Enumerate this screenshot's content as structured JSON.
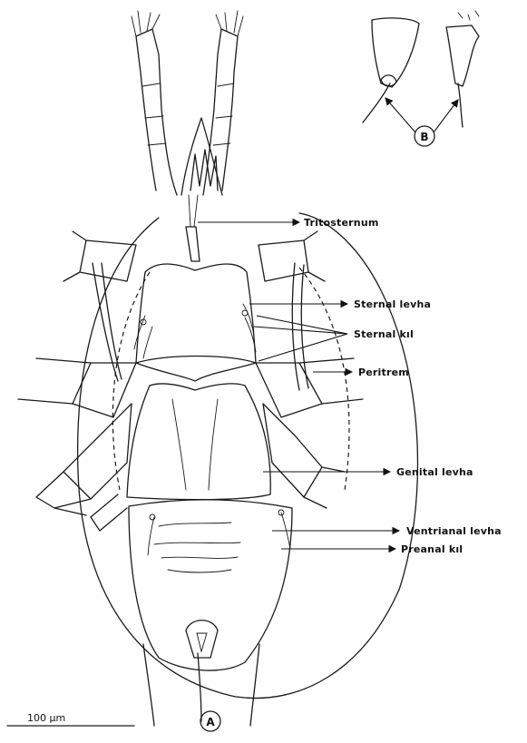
{
  "labels": {
    "tritosternum": "Tritosternum",
    "sternal_levha": "Sternal levha",
    "sternal_kil": "Sternal kıl",
    "peritrem": "Peritrem",
    "genital_levha": "Genital levha",
    "ventrianal_levha": "Ventrianal levha",
    "preanal_kil": "Preanal kıl"
  },
  "panel_labels": {
    "main": "A",
    "inset": "B"
  },
  "scale_bar": {
    "label": "100 µm"
  }
}
